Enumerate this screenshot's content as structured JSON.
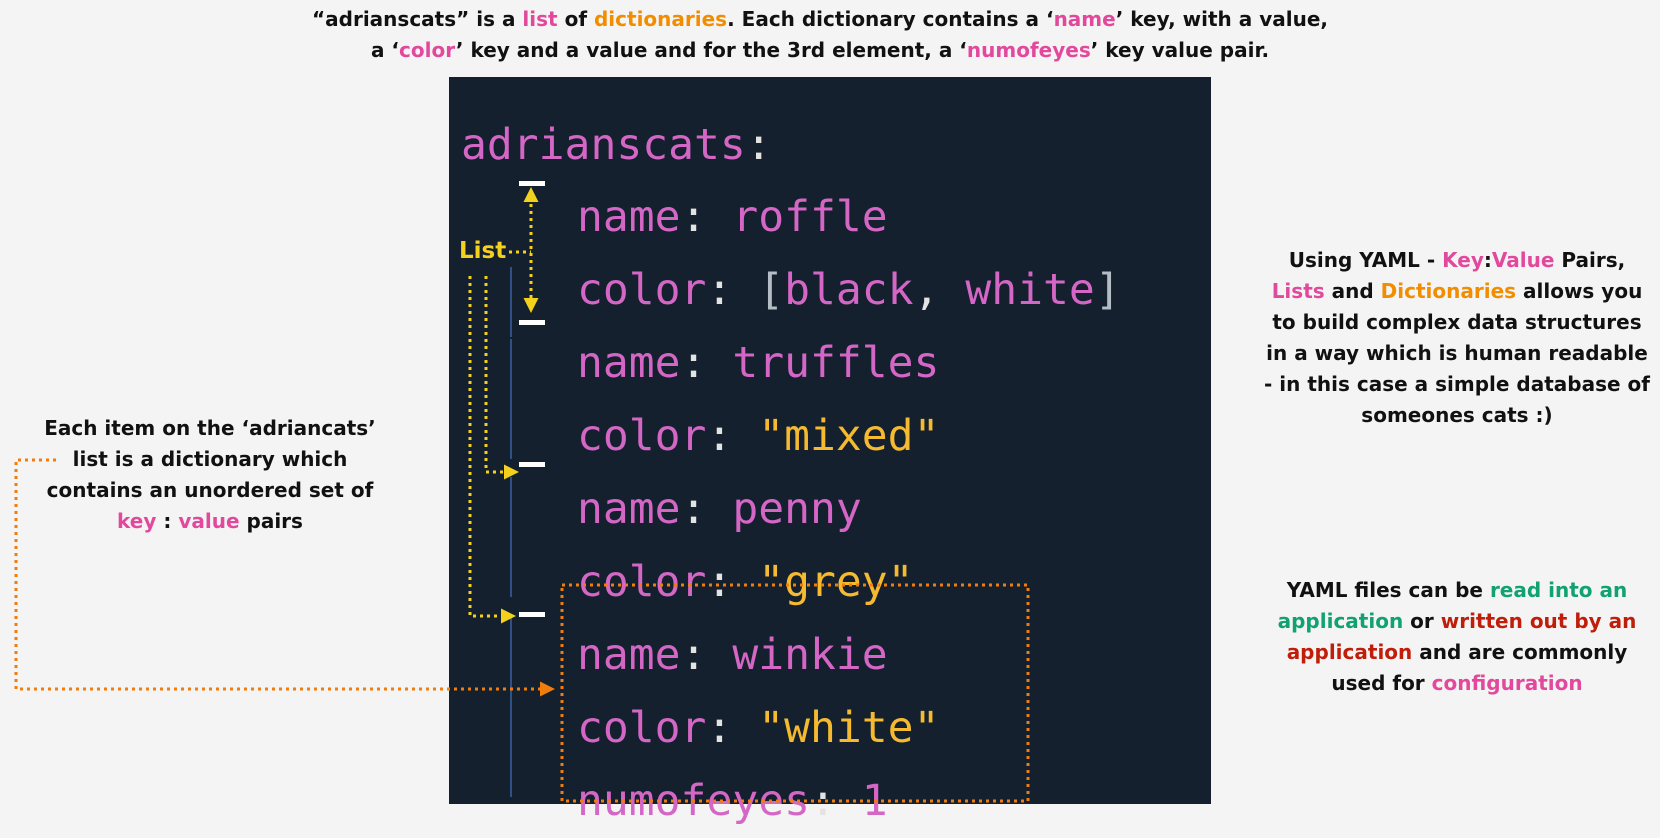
{
  "top_caption": {
    "line1": [
      {
        "text": "“adrianscats” is a ",
        "tone": "plain"
      },
      {
        "text": "list",
        "tone": "pink"
      },
      {
        "text": " of ",
        "tone": "plain"
      },
      {
        "text": "dictionaries",
        "tone": "orange"
      },
      {
        "text": ". Each dictionary contains a ‘",
        "tone": "plain"
      },
      {
        "text": "name",
        "tone": "pink"
      },
      {
        "text": "’ key, with a value,",
        "tone": "plain"
      }
    ],
    "line2": [
      {
        "text": "a ‘",
        "tone": "plain"
      },
      {
        "text": "color",
        "tone": "pink"
      },
      {
        "text": "’ key and a value and for the 3rd element, a ‘",
        "tone": "plain"
      },
      {
        "text": "numofeyes",
        "tone": "pink"
      },
      {
        "text": "’ key value pair.",
        "tone": "plain"
      }
    ]
  },
  "left_caption": [
    {
      "text": "Each item on the ‘adriancats’ list is a dictionary which contains an unordered set of ",
      "tone": "plain"
    },
    {
      "text": "key",
      "tone": "pink"
    },
    {
      "text": " : ",
      "tone": "plain"
    },
    {
      "text": "value",
      "tone": "pink"
    },
    {
      "text": " pairs",
      "tone": "plain"
    }
  ],
  "right_caption_1": [
    {
      "text": "Using YAML - ",
      "tone": "plain"
    },
    {
      "text": "Key",
      "tone": "pink"
    },
    {
      "text": ":",
      "tone": "plain"
    },
    {
      "text": "Value",
      "tone": "pink"
    },
    {
      "text": " Pairs, ",
      "tone": "plain"
    },
    {
      "text": "Lists",
      "tone": "pink"
    },
    {
      "text": " and ",
      "tone": "plain"
    },
    {
      "text": "Dictionaries",
      "tone": "orange"
    },
    {
      "text": " allows you to build complex data structures in a way which is human readable - in this case a simple database of someones cats :)",
      "tone": "plain"
    }
  ],
  "right_caption_2": [
    {
      "text": "YAML files can be ",
      "tone": "plain"
    },
    {
      "text": "read into an application",
      "tone": "green"
    },
    {
      "text": " or ",
      "tone": "plain"
    },
    {
      "text": "written out by an application",
      "tone": "red"
    },
    {
      "text": " and are commonly used for ",
      "tone": "plain"
    },
    {
      "text": "configuration",
      "tone": "pink"
    }
  ],
  "list_label": "List",
  "code_lines": [
    [
      {
        "t": "adrianscats",
        "c": "plain"
      },
      {
        "t": ":",
        "c": "colon"
      }
    ],
    [
      {
        "t": "name",
        "c": "key"
      },
      {
        "t": ": ",
        "c": "colon"
      },
      {
        "t": "roffle",
        "c": "plain"
      }
    ],
    [
      {
        "t": "color",
        "c": "key"
      },
      {
        "t": ": ",
        "c": "colon"
      },
      {
        "t": "[",
        "c": "bracket"
      },
      {
        "t": "black",
        "c": "plain"
      },
      {
        "t": ", ",
        "c": "comma"
      },
      {
        "t": "white",
        "c": "plain"
      },
      {
        "t": "]",
        "c": "bracket"
      }
    ],
    [
      {
        "t": "name",
        "c": "key"
      },
      {
        "t": ": ",
        "c": "colon"
      },
      {
        "t": "truffles",
        "c": "plain"
      }
    ],
    [
      {
        "t": "color",
        "c": "key"
      },
      {
        "t": ": ",
        "c": "colon"
      },
      {
        "t": "\"mixed\"",
        "c": "str"
      }
    ],
    [
      {
        "t": "name",
        "c": "key"
      },
      {
        "t": ": ",
        "c": "colon"
      },
      {
        "t": "penny",
        "c": "plain"
      }
    ],
    [
      {
        "t": "color",
        "c": "key"
      },
      {
        "t": ": ",
        "c": "colon"
      },
      {
        "t": "\"grey\"",
        "c": "str"
      }
    ],
    [
      {
        "t": "name",
        "c": "key"
      },
      {
        "t": ": ",
        "c": "colon"
      },
      {
        "t": "winkie",
        "c": "plain"
      }
    ],
    [
      {
        "t": "color",
        "c": "key"
      },
      {
        "t": ": ",
        "c": "colon"
      },
      {
        "t": "\"white\"",
        "c": "str"
      }
    ],
    [
      {
        "t": "numofeyes",
        "c": "key"
      },
      {
        "t": ": ",
        "c": "colon"
      },
      {
        "t": "1",
        "c": "num"
      }
    ]
  ],
  "colors": {
    "panel_bg": "#14202d",
    "key": "#d466c6",
    "string": "#f5ba2f",
    "accent_pink": "#e2499c",
    "accent_orange": "#f28d00",
    "accent_green": "#12a26f",
    "accent_red": "#bf1e0b",
    "annotation_yellow": "#f4d11c",
    "annotation_orange": "#f07d0c"
  }
}
